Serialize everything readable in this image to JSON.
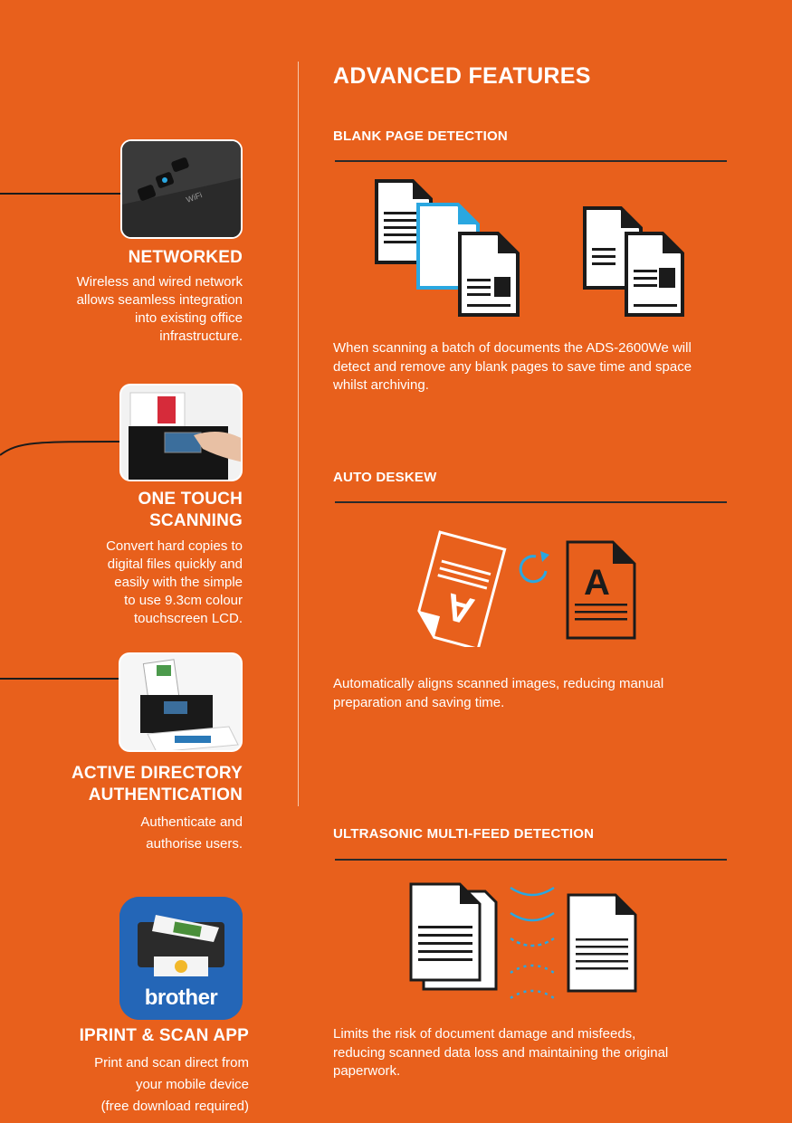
{
  "left_features": [
    {
      "title_lines": [
        "NETWORKED"
      ],
      "desc_lines": [
        "Wireless and wired network",
        "allows seamless integration",
        "into existing office",
        "infrastructure."
      ],
      "icon": "networked-scanner-panel-photo"
    },
    {
      "title_lines": [
        "ONE TOUCH",
        "SCANNING"
      ],
      "desc_lines": [
        "Convert hard copies to",
        "digital files quickly and",
        "easily with the simple",
        "to use 9.3cm colour",
        "touchscreen LCD."
      ],
      "icon": "touchscreen-scanner-photo"
    },
    {
      "title_lines": [
        "ACTIVE DIRECTORY",
        "AUTHENTICATION"
      ],
      "desc_lines": [
        "Authenticate and",
        "authorise users."
      ],
      "icon": "scanner-photo"
    },
    {
      "title_lines": [
        "IPRINT & SCAN APP"
      ],
      "desc_lines": [
        "Print and scan direct from",
        "your mobile device",
        "(free download required)"
      ],
      "icon": "brother-app-icon",
      "app_logo_text": "brother"
    }
  ],
  "main": {
    "title": "ADVANCED FEATURES",
    "sections": [
      {
        "title": "BLANK PAGE DETECTION",
        "desc_lines": [
          "When scanning a batch of documents the ADS-2600We will",
          "detect and remove any blank pages to save time and space",
          "whilst archiving."
        ]
      },
      {
        "title": "AUTO DESKEW",
        "desc_lines": [
          "Automatically aligns scanned images, reducing manual",
          "preparation and saving time."
        ],
        "glyph": "A"
      },
      {
        "title": "ULTRASONIC MULTI-FEED DETECTION",
        "desc_lines": [
          "Limits the risk of document damage and misfeeds,",
          "reducing scanned data loss and maintaining the original",
          "paperwork."
        ]
      }
    ]
  },
  "colors": {
    "background": "#E8601C",
    "accent_blue": "#2AA7E0",
    "dark": "#2a2a2a",
    "text": "#FFFFFF"
  }
}
